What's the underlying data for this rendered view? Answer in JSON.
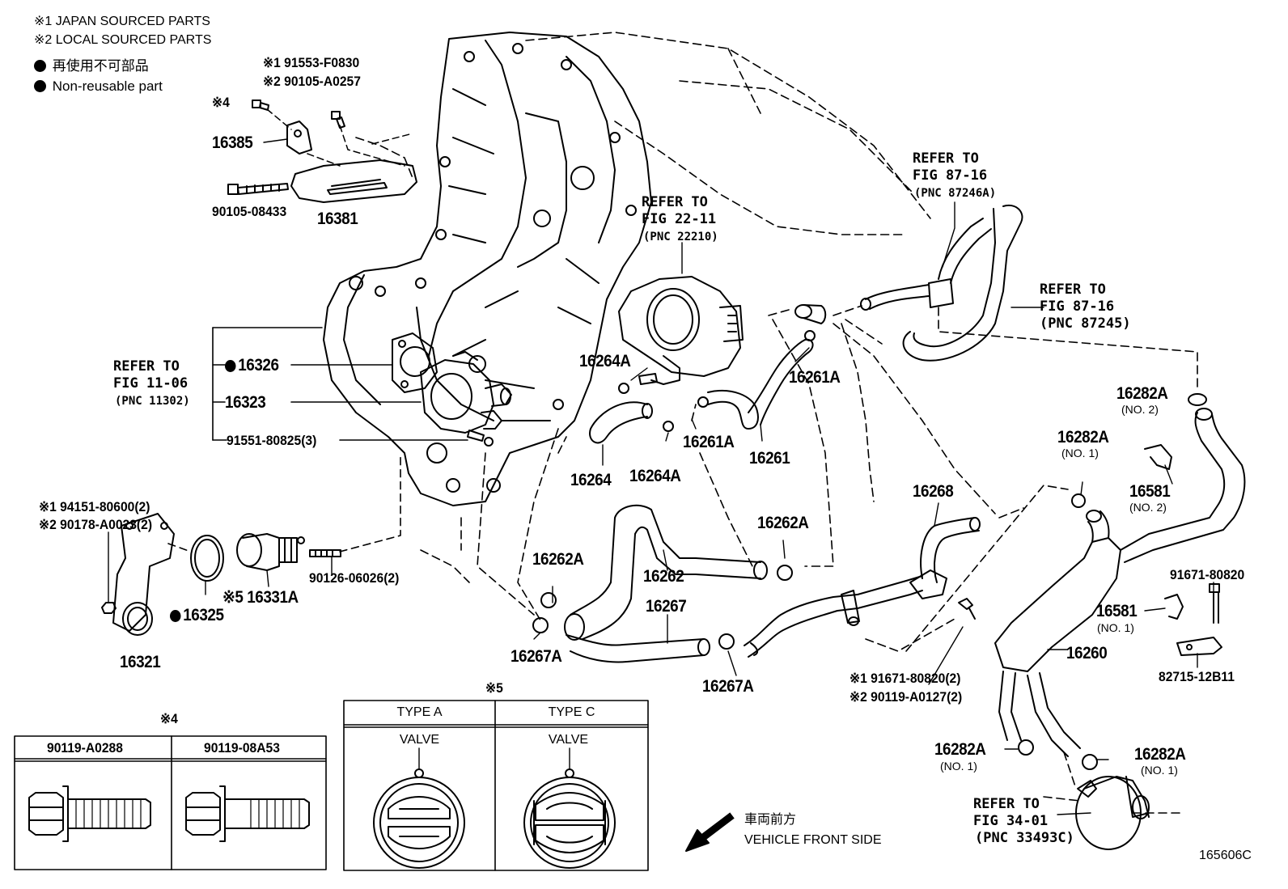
{
  "legend": {
    "note1": "※1 JAPAN SOURCED PARTS",
    "note2": "※2 LOCAL SOURCED PARTS",
    "nonreuse_jp": "再使用不可部品",
    "nonreuse_en": "Non-reusable part"
  },
  "parts": {
    "p91553": "※1 91553-F0830",
    "p90105a": "※2 90105-A0257",
    "note4": "※4",
    "p16385": "16385",
    "p90105b": "90105-08433",
    "p16381": "16381",
    "p16326": "16326",
    "p16323": "16323",
    "p91551": "91551-80825(3)",
    "p94151": "※1 94151-80600(2)",
    "p90178": "※2 90178-A0023(2)",
    "p90126": "90126-06026(2)",
    "p16331A": "※5 16331A",
    "p16325": "16325",
    "p16321": "16321",
    "p16264A_1": "16264A",
    "p16264": "16264",
    "p16264A_2": "16264A",
    "p16261A_1": "16261A",
    "p16261A_2": "16261A",
    "p16261": "16261",
    "p16268": "16268",
    "p16262A_1": "16262A",
    "p16262A_2": "16262A",
    "p16262": "16262",
    "p16267": "16267",
    "p16267A_1": "16267A",
    "p16267A_2": "16267A",
    "p91671a": "※1 91671-80820(2)",
    "p90119a": "※2 90119-A0127(2)",
    "p16282A_1": "16282A",
    "p16282A_1_sub": "(NO. 2)",
    "p16282A_2": "16282A",
    "p16282A_2_sub": "(NO. 1)",
    "p16581_1": "16581",
    "p16581_1_sub": "(NO. 2)",
    "p91671b": "91671-80820",
    "p16581_2": "16581",
    "p16581_2_sub": "(NO. 1)",
    "p16260": "16260",
    "p82715": "82715-12B11",
    "p16282A_3": "16282A",
    "p16282A_3_sub": "(NO. 1)",
    "p16282A_4": "16282A",
    "p16282A_4_sub": "(NO. 1)"
  },
  "refs": {
    "r1": [
      "REFER TO",
      "FIG 22-11",
      "(PNC 22210)"
    ],
    "r2": [
      "REFER TO",
      "FIG 87-16",
      "(PNC 87246A)"
    ],
    "r3": [
      "REFER TO",
      "FIG 87-16",
      "(PNC 87245)"
    ],
    "r4": [
      "REFER TO",
      "FIG 11-06",
      "(PNC 11302)"
    ],
    "r5": [
      "REFER TO",
      "FIG 34-01",
      "(PNC 33493C)"
    ]
  },
  "table4": {
    "mark": "※4",
    "col1": "90119-A0288",
    "col2": "90119-08A53"
  },
  "table5": {
    "mark": "※5",
    "col1": "TYPE A",
    "col2": "TYPE C",
    "valve1": "VALVE",
    "valve2": "VALVE"
  },
  "direction": {
    "jp": "車両前方",
    "en": "VEHICLE FRONT SIDE"
  },
  "figure_id": "165606C"
}
